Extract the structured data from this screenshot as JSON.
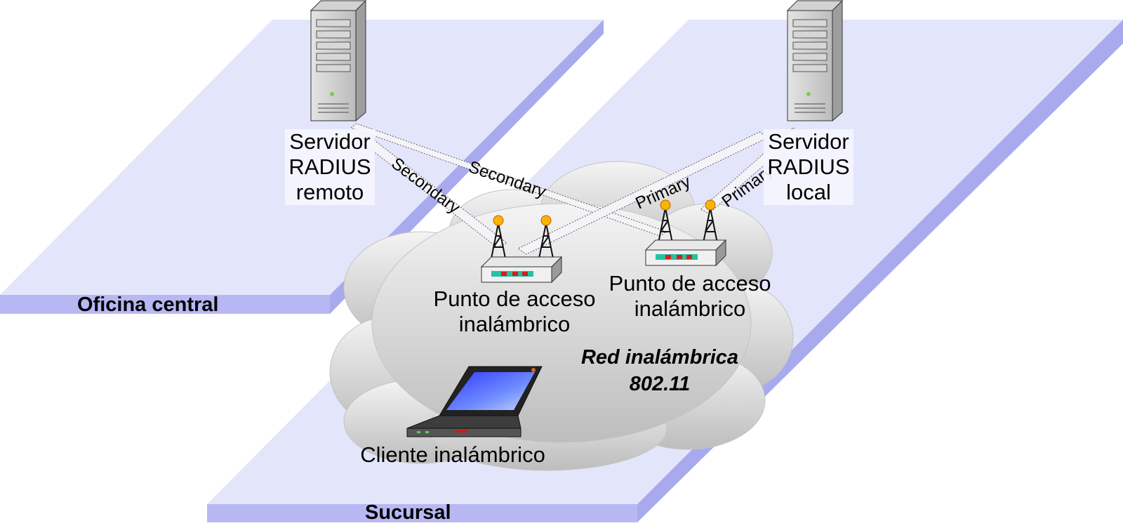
{
  "zones": {
    "central": "Oficina central",
    "branch": "Sucursal"
  },
  "servers": {
    "remote": [
      "Servidor",
      "RADIUS",
      "remoto"
    ],
    "local": [
      "Servidor",
      "RADIUS",
      "local"
    ]
  },
  "access_points": {
    "left": [
      "Punto de acceso",
      "inalámbrico"
    ],
    "right": [
      "Punto de acceso",
      "inalámbrico"
    ]
  },
  "links": {
    "remote_to_left_ap": "Secondary",
    "remote_to_right_ap": "Secondary",
    "local_to_left_ap": "Primary",
    "local_to_right_ap": "Primary"
  },
  "wireless_network": [
    "Red inalámbrica",
    "802.11"
  ],
  "client": "Cliente inalámbrico",
  "colors": {
    "floor_top": "#e3e6fb",
    "floor_edge": "#a9aaee",
    "cloud": "#cfcfcf",
    "antenna_tip": "#f7b500"
  }
}
